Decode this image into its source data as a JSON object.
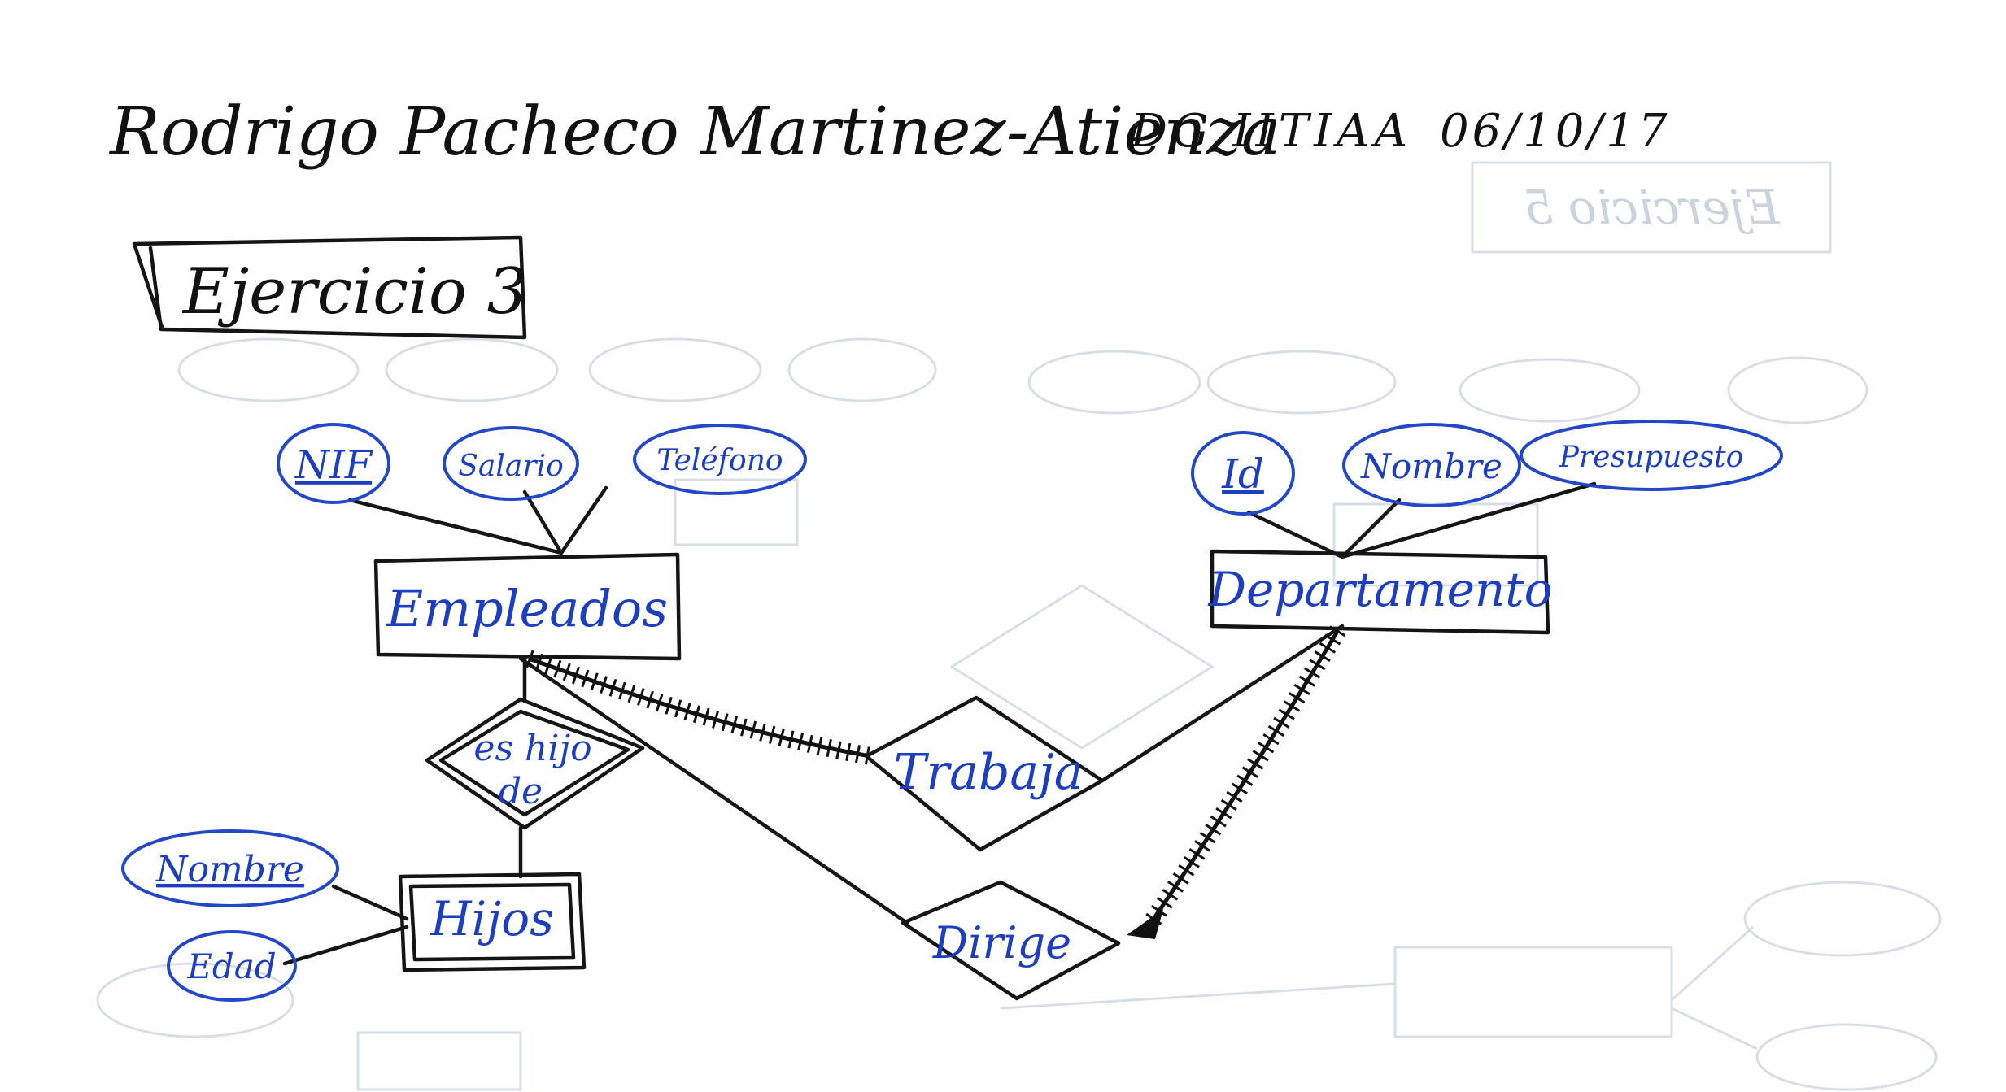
{
  "header": {
    "author": "Rodrigo Pacheco Martinez-Atienza",
    "course": "DG IITIAA",
    "date": "06/10/17"
  },
  "exercise_title": "Ejercicio 3",
  "ghost_title": "Ejercicio 5",
  "entities": {
    "empleados": "Empleados",
    "departamento": "Departamento",
    "hijos": "Hijos"
  },
  "relationships": {
    "es_hijo_de_line1": "es hijo",
    "es_hijo_de_line2": "de",
    "trabaja": "Trabaja",
    "dirige": "Dirige"
  },
  "attributes": {
    "empleados": [
      "NIF",
      "Salario",
      "Teléfono"
    ],
    "departamento": [
      "Id",
      "Nombre",
      "Presupuesto"
    ],
    "hijos": [
      "Nombre",
      "Edad"
    ]
  },
  "colors": {
    "ink": "#151515",
    "blue_ink": "#2348c7",
    "bleed_through": "#d4dbe6"
  }
}
